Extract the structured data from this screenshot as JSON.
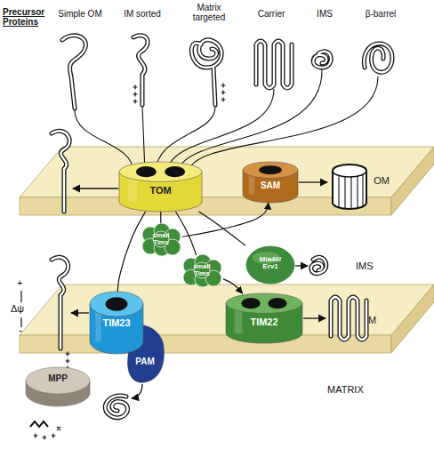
{
  "diagram": {
    "nodes": [
      {
        "text": [
          "OM"
        ]
      },
      {
        "text": [
          "TOM"
        ],
        "in": 0
      },
      {
        "text": [
          "SAM"
        ],
        "in": 0
      },
      {
        "text": [
          "small Tims"
        ]
      },
      {
        "text": [
          "Mia40/ Erv1"
        ]
      },
      {
        "text": [
          "small Tims"
        ]
      },
      {
        "text": [
          "IM"
        ]
      },
      {
        "text": [
          "TIM23"
        ],
        "in": 6
      },
      {
        "text": [
          "TIM22"
        ],
        "in": 6
      },
      {
        "text": [
          "PAM"
        ]
      },
      {
        "text": [
          "MPP"
        ]
      }
    ],
    "edges": [
      {
        "from": 1,
        "to": 3,
        "arrow": "none"
      },
      {
        "from": 3,
        "to": 2,
        "arrow": "to"
      },
      {
        "from": 1,
        "to": 5,
        "arrow": "none"
      },
      {
        "from": 5,
        "to": 8,
        "arrow": "to"
      },
      {
        "from": 1,
        "to": 4,
        "arrow": "none"
      },
      {
        "from": 1,
        "to": 7,
        "arrow": "none"
      }
    ],
    "labels": [
      "Precursor Proteins",
      "Simple OM",
      "IM sorted",
      "Matrix targeted",
      "Carrier",
      "IMS",
      "β-barrel",
      "IMS",
      "+",
      "Δψ",
      "-",
      "MATRIX"
    ]
  }
}
